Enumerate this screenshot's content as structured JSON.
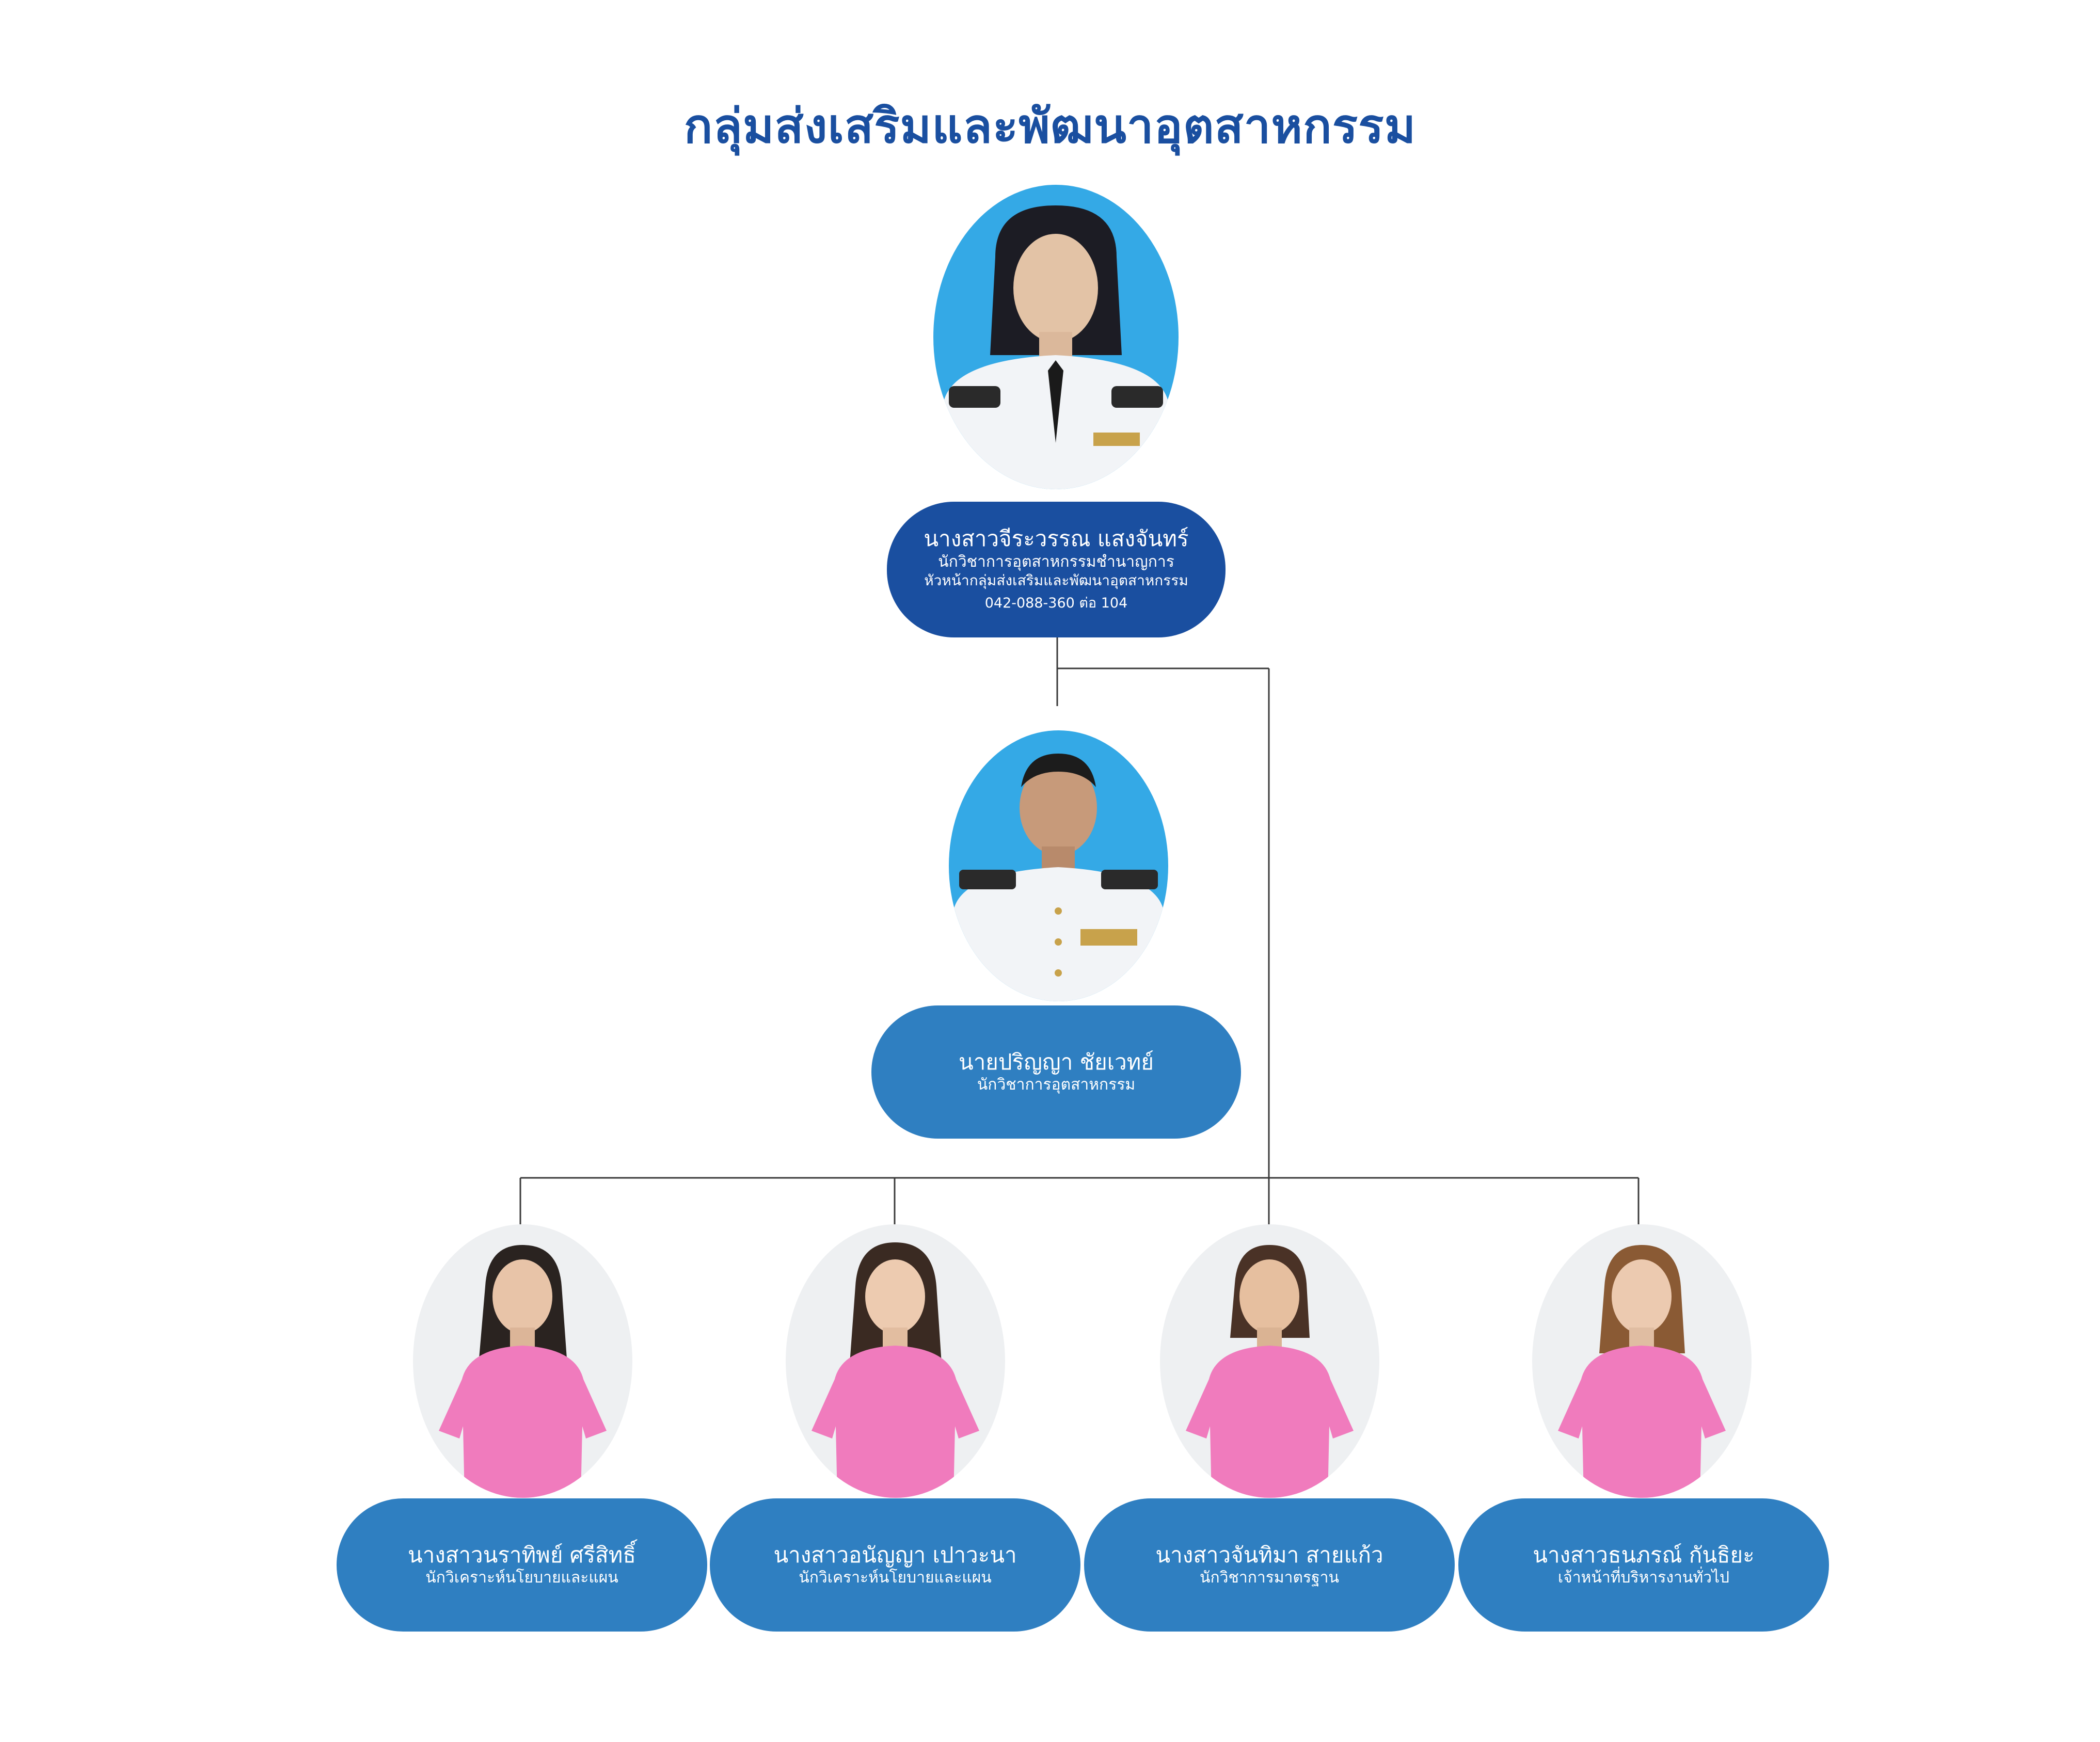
{
  "title": "กลุ่มส่งเสริมและพัฒนาอุตสาหกรรม",
  "colors": {
    "title": "#1a4fa0",
    "head_card": "#1a4fa0",
    "staff_card": "#2f7fc1",
    "photo_bg": "#34a9e6",
    "uniform_white": "#f2f4f7",
    "shirt_pink": "#f07bbd",
    "connector": "#3a3a3a"
  },
  "head": {
    "name": "นางสาวจีระวรรณ แสงจันทร์",
    "position": "นักวิชาการอุตสาหกรรมชำนาญการ",
    "role": "หัวหน้ากลุ่มส่งเสริมและพัฒนาอุตสาหกรรม",
    "phone": "042-088-360 ต่อ 104",
    "photo": "official-portrait-female-white-uniform"
  },
  "deputy": {
    "name": "นายปริญญา ชัยเวทย์",
    "position": "นักวิชาการอุตสาหกรรม",
    "photo": "official-portrait-male-white-uniform"
  },
  "staff": [
    {
      "name": "นางสาวนราทิพย์ ศรีสิทธิ์",
      "position": "นักวิเคราะห์นโยบายและแผน",
      "photo": "portrait-female-pink-shirt"
    },
    {
      "name": "นางสาวอนัญญา เปาวะนา",
      "position": "นักวิเคราะห์นโยบายและแผน",
      "photo": "portrait-female-pink-shirt"
    },
    {
      "name": "นางสาวจันทิมา สายแก้ว",
      "position": "นักวิชาการมาตรฐาน",
      "photo": "portrait-female-pink-shirt"
    },
    {
      "name": "นางสาวธนภรณ์ กันธิยะ",
      "position": "เจ้าหน้าที่บริหารงานทั่วไป",
      "photo": "portrait-female-pink-shirt"
    }
  ]
}
